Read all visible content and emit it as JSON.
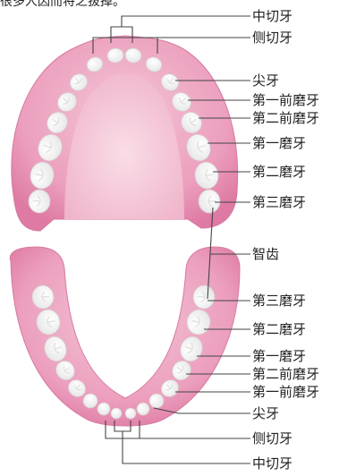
{
  "caption_fragment": "很多人因而将之拔掉。",
  "upper_labels": [
    "中切牙",
    "侧切牙",
    "尖牙",
    "第一前磨牙",
    "第二前磨牙",
    "第一磨牙",
    "第二磨牙",
    "第三磨牙"
  ],
  "middle_label": "智齿",
  "lower_labels": [
    "第三磨牙",
    "第二磨牙",
    "第一磨牙",
    "第二前磨牙",
    "第一前磨牙",
    "尖牙",
    "侧切牙",
    "中切牙"
  ],
  "colors": {
    "gum_outer": "#e995b7",
    "gum_inner": "#f5cbd9",
    "palate": "#f3c0d3",
    "tooth": "#fafafa",
    "line": "#444444"
  }
}
